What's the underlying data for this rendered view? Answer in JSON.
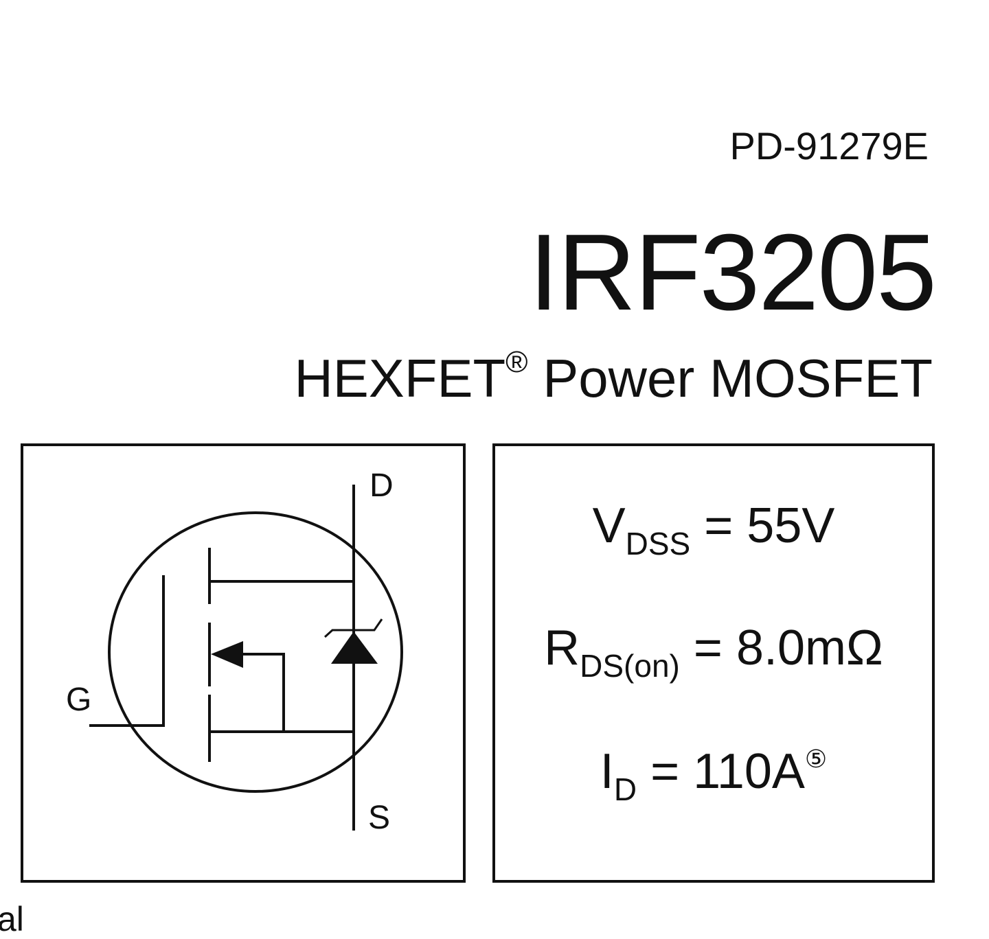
{
  "document_number": "PD-91279E",
  "part_number": "IRF3205",
  "subtitle": {
    "brand": "HEXFET",
    "registered": "®",
    "description": "Power MOSFET"
  },
  "symbol": {
    "pins": {
      "drain": "D",
      "gate": "G",
      "source": "S"
    }
  },
  "specs": {
    "vdss": {
      "symbol": "V",
      "subscript": "DSS",
      "value": "= 55V"
    },
    "rds_on": {
      "symbol": "R",
      "subscript": "DS(on)",
      "value": "= 8.0mΩ"
    },
    "id": {
      "symbol": "I",
      "subscript": "D",
      "value": "= 110A",
      "note": "⑤"
    }
  },
  "footer_fragment": "al"
}
